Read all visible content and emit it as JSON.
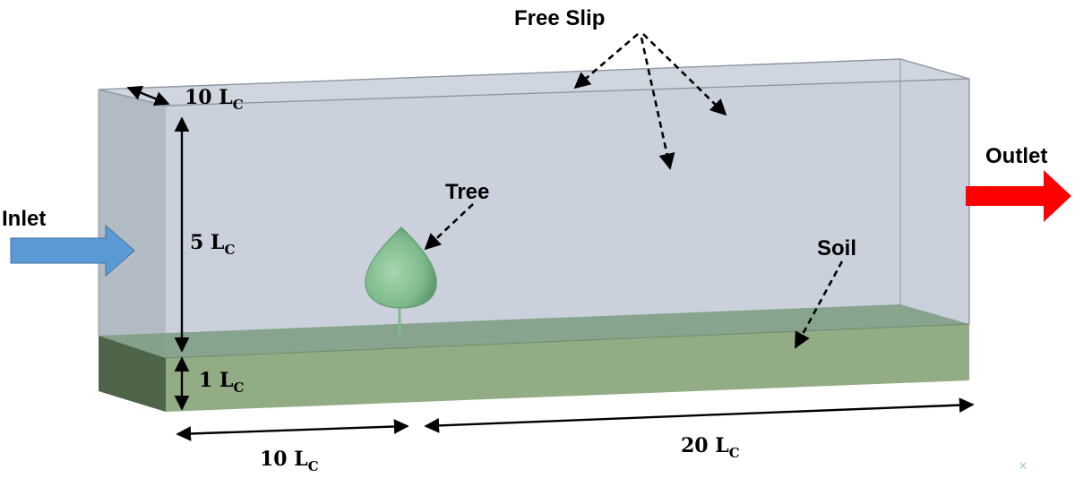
{
  "labels": {
    "free_slip": "Free Slip",
    "inlet": "Inlet",
    "outlet": "Outlet",
    "tree": "Tree",
    "soil": "Soil"
  },
  "dimensions": {
    "depth": {
      "value": "10 L",
      "sub": "C"
    },
    "height": {
      "value": "5 L",
      "sub": "C"
    },
    "soil_depth": {
      "value": "1 L",
      "sub": "C"
    },
    "upstream_length": {
      "value": "10 L",
      "sub": "C"
    },
    "downstream_length": {
      "value": "20 L",
      "sub": "C"
    }
  },
  "colors": {
    "domain_fill": "#c5cdd9",
    "domain_side": "#aab3be",
    "soil_front": "#92ac86",
    "soil_side": "#4d6448",
    "soil_top": "#7a9a7c",
    "tree": "#7fba8c",
    "inlet_arrow": "#5b9bd5",
    "outlet_arrow": "#ff0000"
  },
  "watermark": "×"
}
